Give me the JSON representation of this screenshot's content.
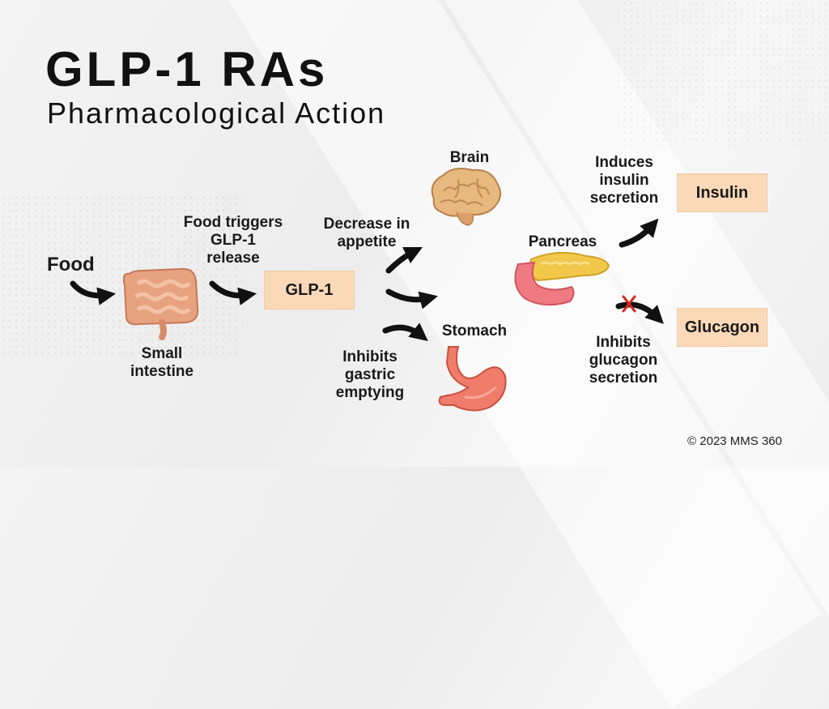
{
  "title": "GLP-1 RAs",
  "subtitle": "Pharmacological Action",
  "labels": {
    "food": "Food",
    "small_intestine": [
      "Small",
      "intestine"
    ],
    "food_triggers": [
      "Food triggers",
      "GLP-1",
      "release"
    ],
    "decrease_appetite": [
      "Decrease in",
      "appetite"
    ],
    "brain": "Brain",
    "stomach": "Stomach",
    "inhibits_gastric": [
      "Inhibits",
      "gastric",
      "emptying"
    ],
    "pancreas": "Pancreas",
    "induces_insulin": [
      "Induces",
      "insulin",
      "secretion"
    ],
    "inhibits_glucagon": [
      "Inhibits",
      "glucagon",
      "secretion"
    ]
  },
  "boxes": {
    "glp1": "GLP-1",
    "insulin": "Insulin",
    "glucagon": "Glucagon"
  },
  "colors": {
    "box_fill": "#fad9b8",
    "arrow": "#111111",
    "inhibit_cross": "#d9261c"
  },
  "icons": [
    "intestine-icon",
    "brain-icon",
    "stomach-icon",
    "pancreas-icon"
  ],
  "copyright": "© 2023 MMS 360"
}
